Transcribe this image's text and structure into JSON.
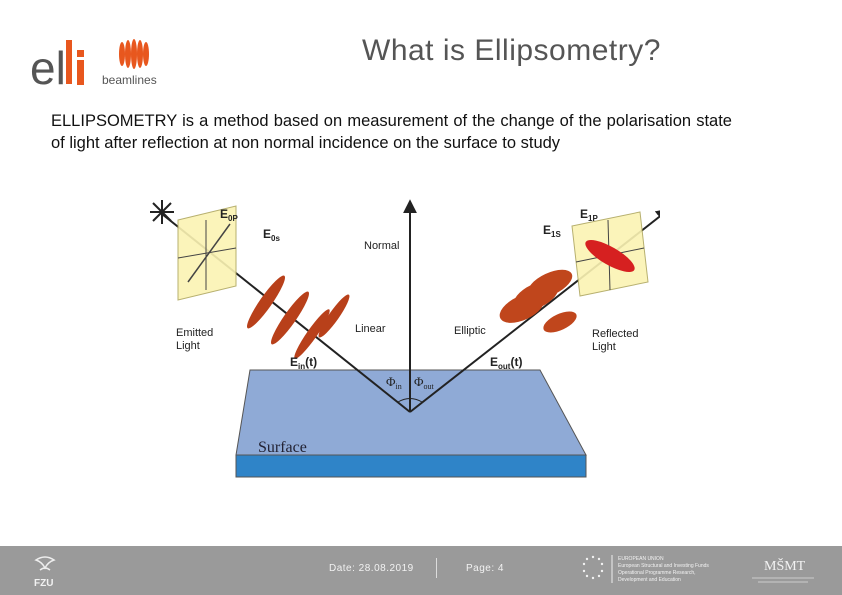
{
  "header": {
    "logo_eli_text": "eli",
    "logo_beamlines_text": "beamlines",
    "title": "What is Ellipsometry?"
  },
  "body": {
    "description": "ELLIPSOMETRY is a method based on measurement of the change of the polarisation state of light after reflection at non normal incidence on the surface to study"
  },
  "diagram": {
    "labels": {
      "e0p": "E",
      "e0p_sub": "0P",
      "e0s": "E",
      "e0s_sub": "0s",
      "normal": "Normal",
      "e1p": "E",
      "e1p_sub": "1P",
      "e1s": "E",
      "e1s_sub": "1S",
      "emitted": "Emitted",
      "emitted2": "Light",
      "linear": "Linear",
      "elliptic": "Elliptic",
      "reflected": "Reflected",
      "reflected2": "Light",
      "ein": "E",
      "ein_sub": "in",
      "ein_t": "(t)",
      "eout": "E",
      "eout_sub": "out",
      "eout_t": "(t)",
      "phi_in": "Φ",
      "phi_in_sub": "in",
      "phi_out": "Φ",
      "phi_out_sub": "out",
      "surface": "Surface"
    },
    "colors": {
      "surface_top": "#8faad6",
      "surface_side": "#2f84c8",
      "polarizer": "#fbf3b3",
      "wave": "#b8401a",
      "ellipse_red": "#d62020"
    }
  },
  "footer": {
    "date": "Date: 28.08.2019",
    "page": "Page: 4",
    "fzu": "FZU",
    "eu_text": "EUROPEAN UNION",
    "eu_line2": "European Structural and Investing Funds",
    "eu_line3": "Operational Programme Research,",
    "eu_line4": "Development and Education",
    "msmt": "MŠMT"
  }
}
